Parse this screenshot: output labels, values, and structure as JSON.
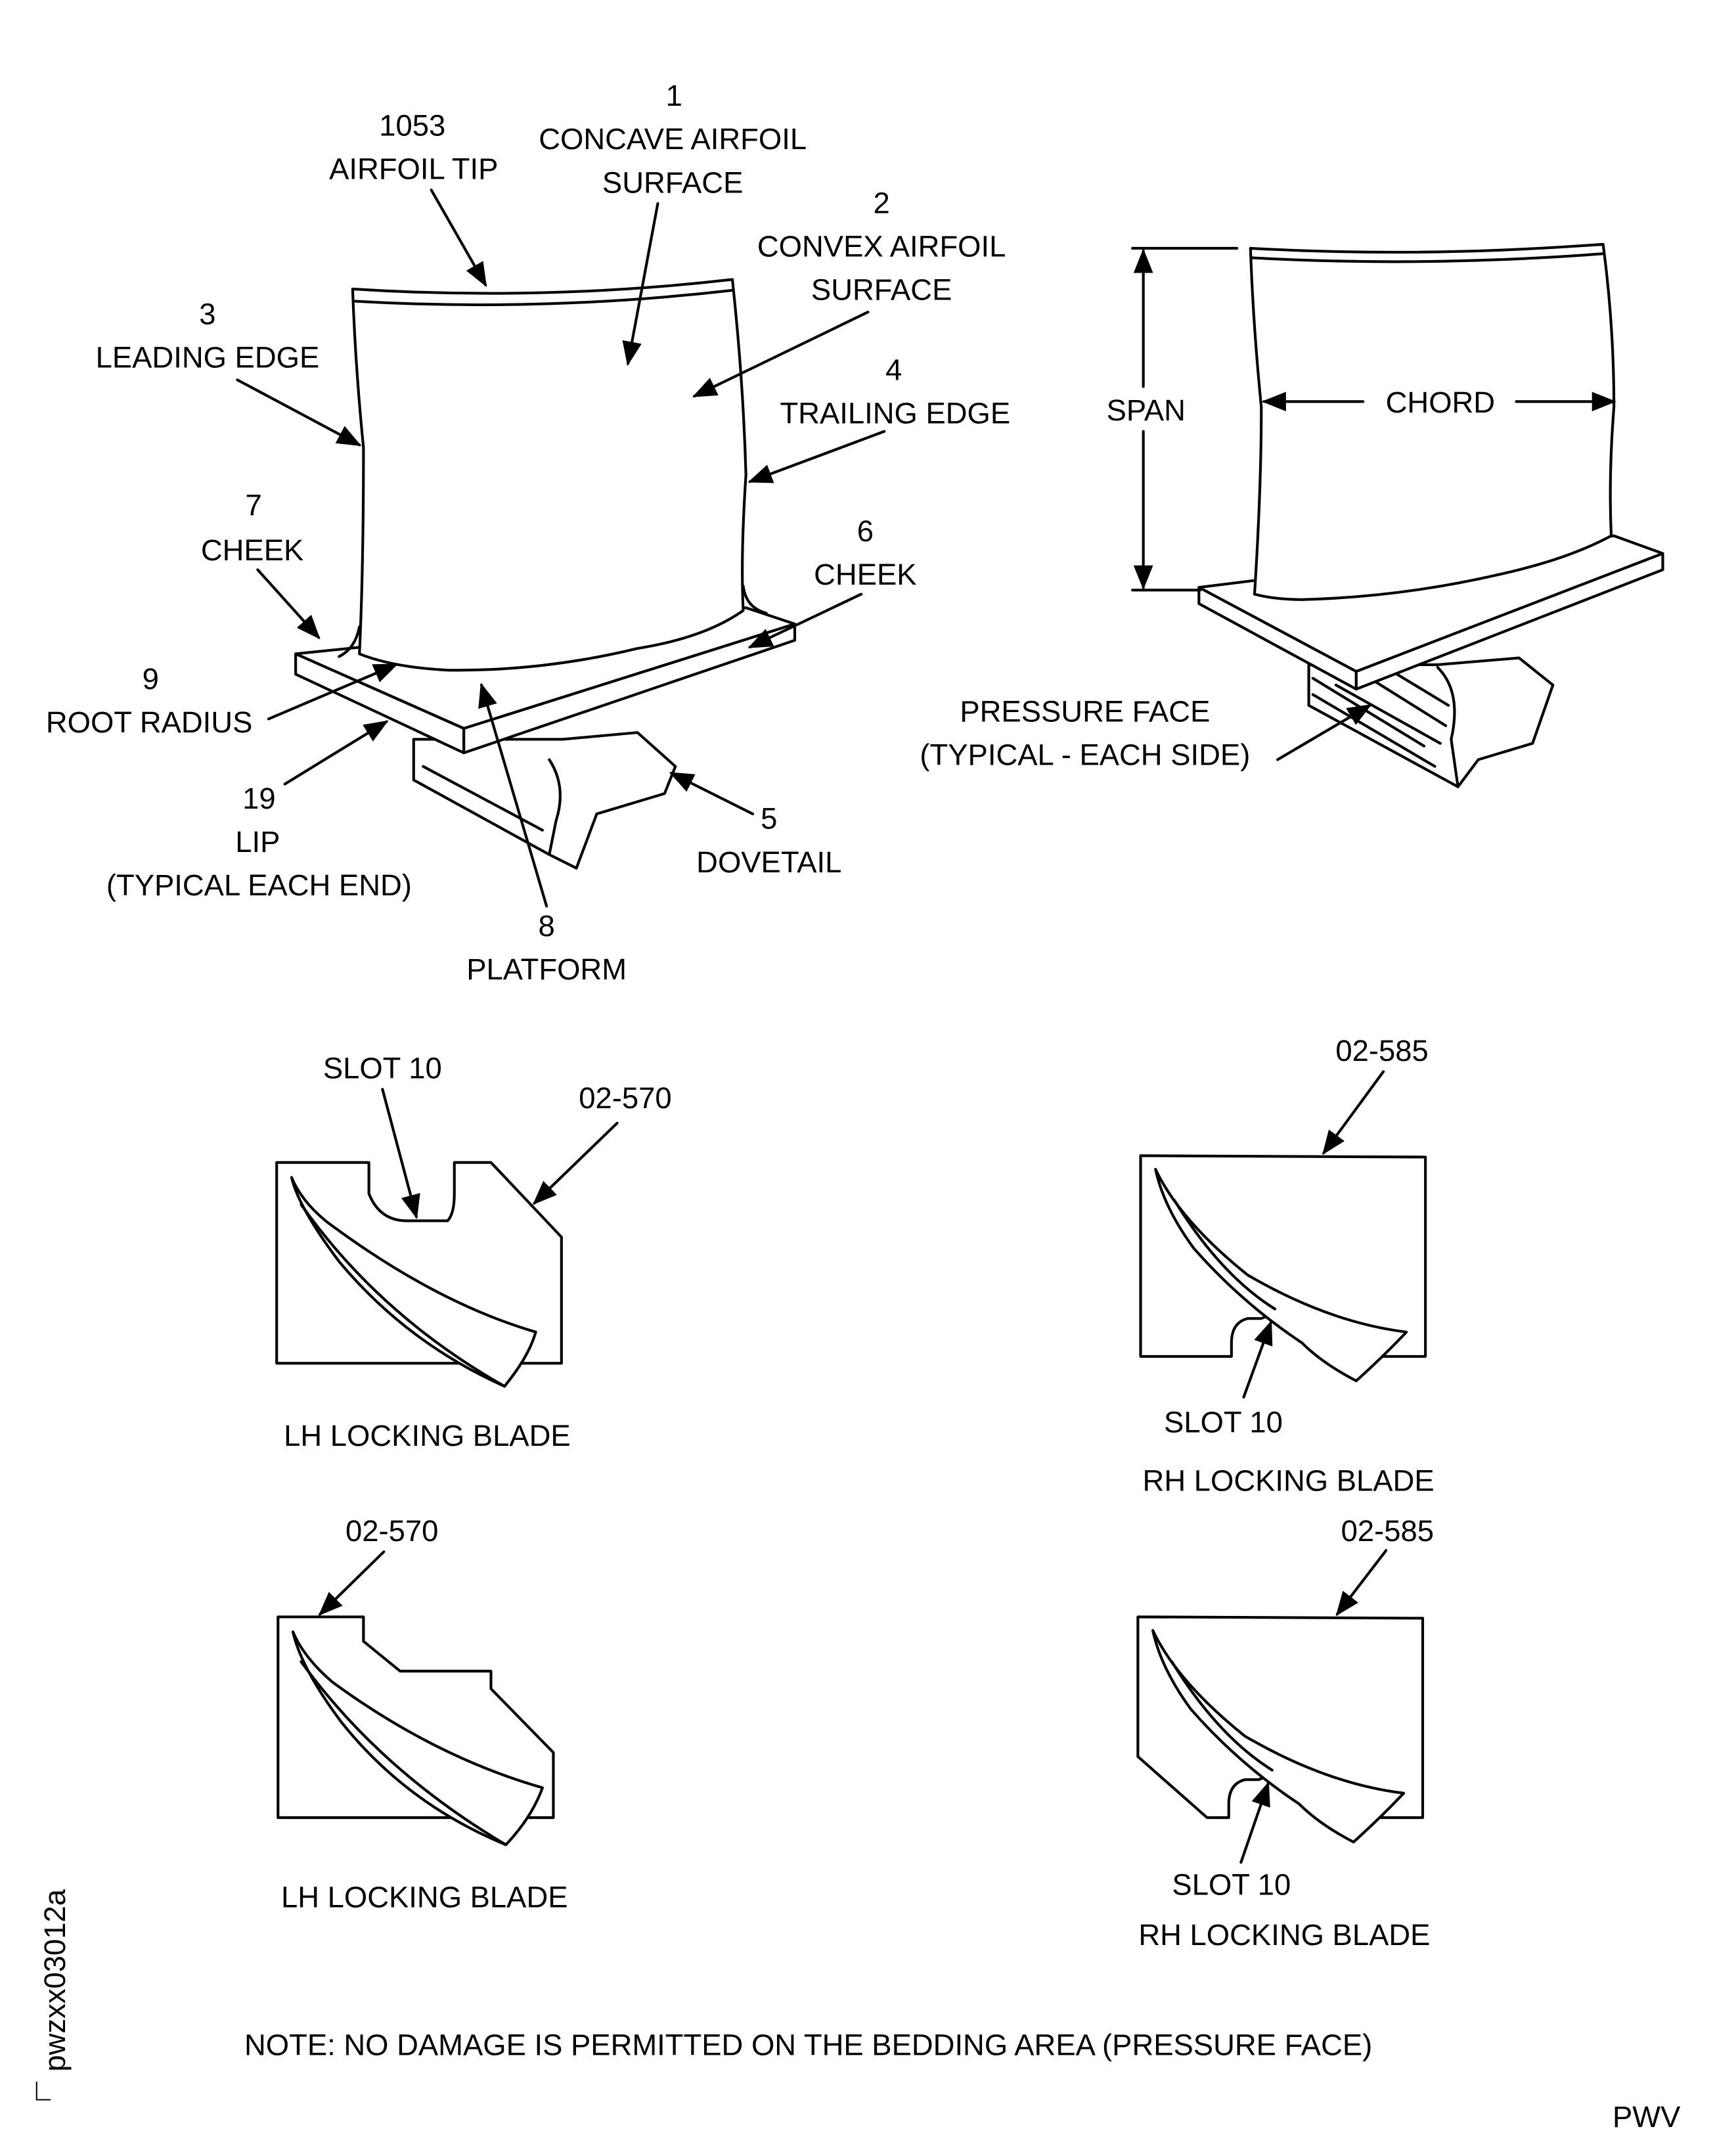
{
  "labels": {
    "airfoil_tip_num": "1053",
    "airfoil_tip": "AIRFOIL TIP",
    "concave_num": "1",
    "concave_1": "CONCAVE AIRFOIL",
    "concave_2": "SURFACE",
    "convex_num": "2",
    "convex_1": "CONVEX AIRFOIL",
    "convex_2": "SURFACE",
    "leading_num": "3",
    "leading": "LEADING EDGE",
    "trailing_num": "4",
    "trailing": "TRAILING EDGE",
    "cheek7_num": "7",
    "cheek7": "CHEEK",
    "cheek6_num": "6",
    "cheek6": "CHEEK",
    "root_num": "9",
    "root": "ROOT RADIUS",
    "lip_num": "19",
    "lip": "LIP",
    "lip_note": "(TYPICAL EACH END)",
    "dovetail_num": "5",
    "dovetail": "DOVETAIL",
    "platform_num": "8",
    "platform": "PLATFORM",
    "span": "SPAN",
    "chord": "CHORD",
    "pressure_1": "PRESSURE FACE",
    "pressure_2": "(TYPICAL - EACH SIDE)",
    "slot10": "SLOT 10",
    "part_570": "02-570",
    "part_585": "02-585",
    "lh_blade": "LH LOCKING BLADE",
    "rh_blade": "RH LOCKING BLADE",
    "note": "NOTE: NO DAMAGE IS PERMITTED ON THE BEDDING AREA (PRESSURE FACE)",
    "figure_id": "pwzxx03012a",
    "corner": "PWV"
  }
}
